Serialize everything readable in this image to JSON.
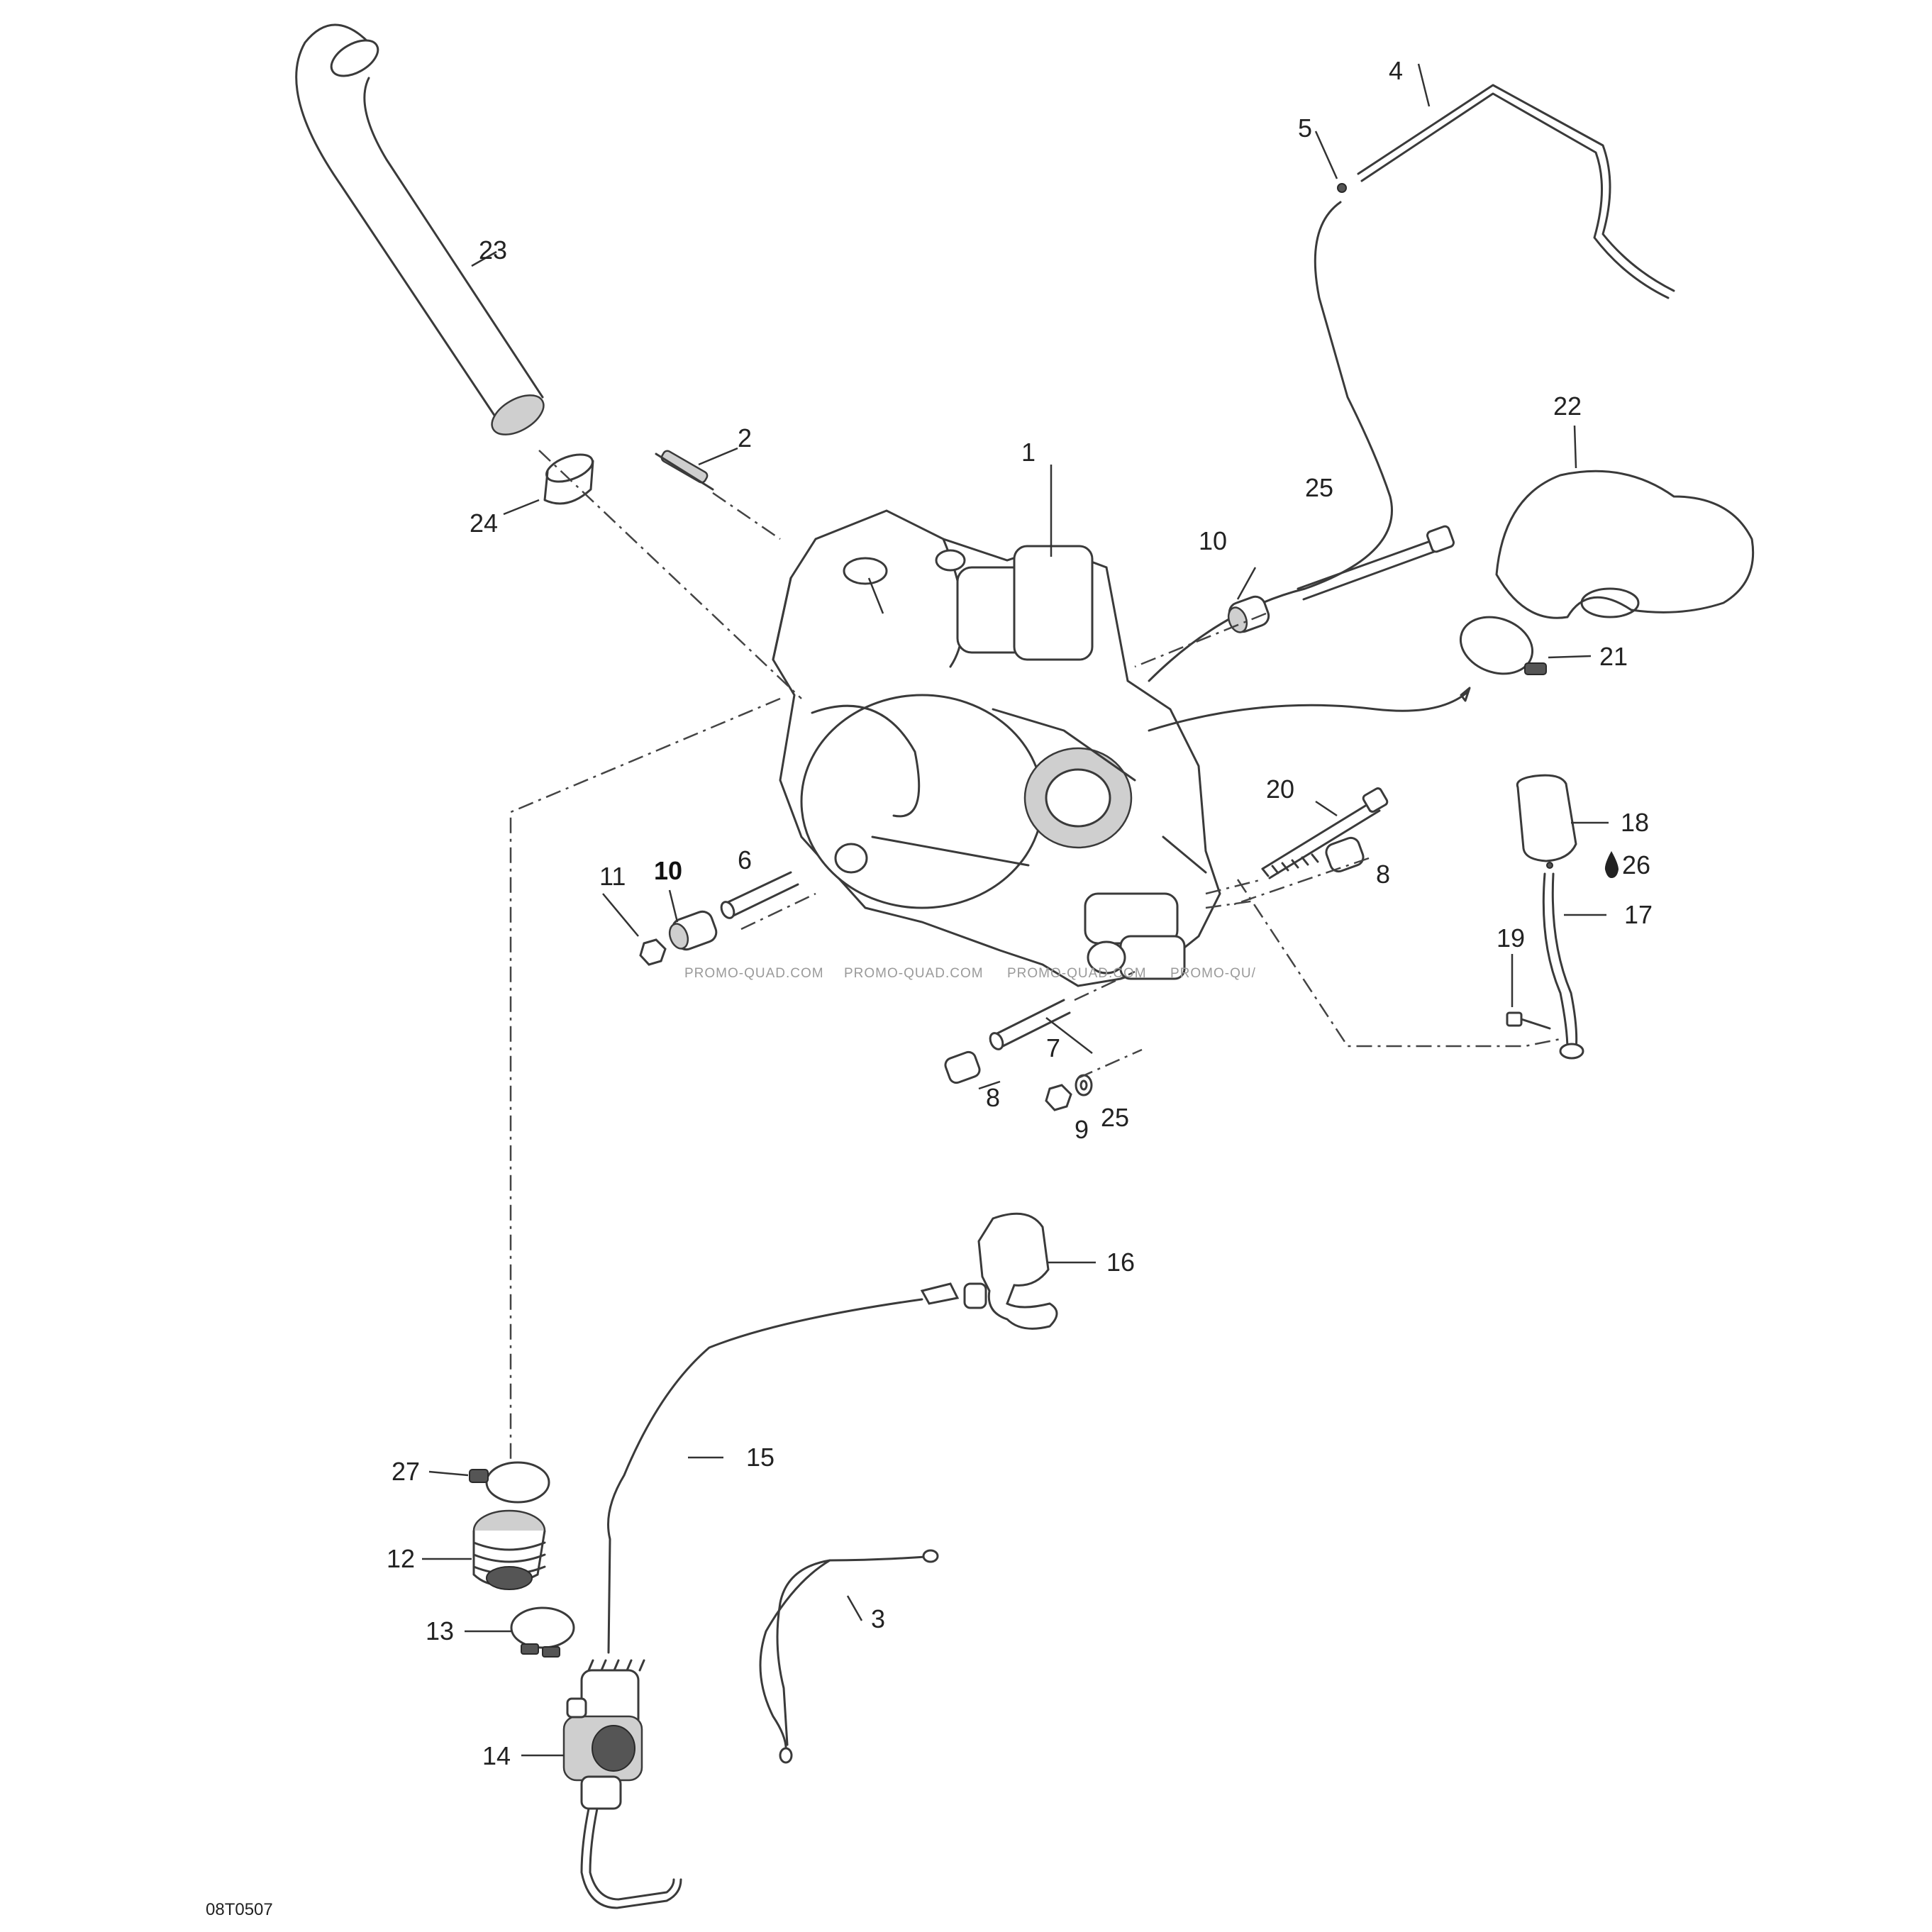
{
  "figure_code": "08T0507",
  "watermark_text": [
    "PROMO-QUAD.COM",
    "PROMO-QUAD.COM",
    "PROMO-QUAD.COM",
    "PROMO-QU/"
  ],
  "callouts": {
    "c1": "1",
    "c2": "2",
    "c3": "3",
    "c4": "4",
    "c5": "5",
    "c6": "6",
    "c7": "7",
    "c8a": "8",
    "c8b": "8",
    "c9": "9",
    "c10a": "10",
    "c10b": "10",
    "c11": "11",
    "c12": "12",
    "c13": "13",
    "c14": "14",
    "c15": "15",
    "c16": "16",
    "c17": "17",
    "c18": "18",
    "c19": "19",
    "c20": "20",
    "c21": "21",
    "c22": "22",
    "c23": "23",
    "c24": "24",
    "c25a": "25",
    "c25b": "25",
    "c26": "26",
    "c27": "27"
  },
  "icons": {
    "oil_drop": "oil-drop-icon"
  }
}
